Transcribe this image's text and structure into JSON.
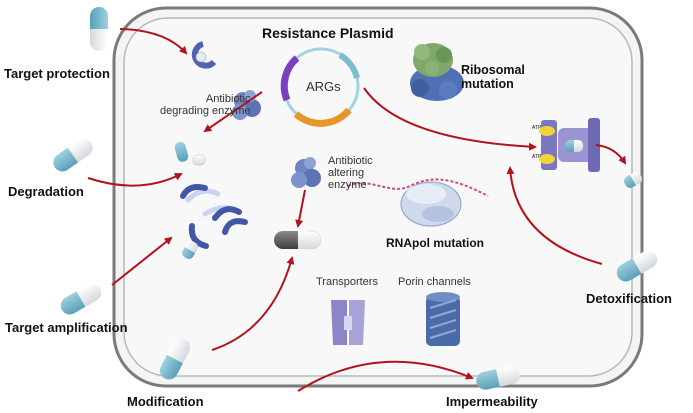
{
  "title": "Resistance Plasmid",
  "plasmid_label": "ARGs",
  "mechanisms": {
    "target_protection": "Target protection",
    "degradation": "Degradation",
    "target_amplification": "Target amplification",
    "modification": "Modification",
    "impermeability": "Impermeability",
    "detoxification": "Detoxification"
  },
  "components": {
    "antibiotic_degrading_enzyme": [
      "Antibiotic",
      "degrading enzyme"
    ],
    "antibiotic_altering_enzyme": [
      "Antibiotic",
      "altering",
      "enzyme"
    ],
    "ribosomal_mutation": [
      "Ribosomal",
      "mutation"
    ],
    "rnapol_mutation": "RNApol mutation",
    "transporters": "Transporters",
    "porin_channels": "Porin channels",
    "atp": "ATP"
  },
  "colors": {
    "arrow": "#b0141c",
    "capsule_blue": "#6fb2c9",
    "capsule_white": "#e9ecef",
    "enzyme": "#6f86c2",
    "pump": "#8b86c8",
    "plasmid_purple": "#7b3fbf",
    "plasmid_orange": "#e8952b",
    "plasmid_teal": "#79bcd0",
    "ribosome_green": "#7fa86a",
    "ribosome_blue": "#4f70b5",
    "cell_border": "#7a7a7a"
  }
}
